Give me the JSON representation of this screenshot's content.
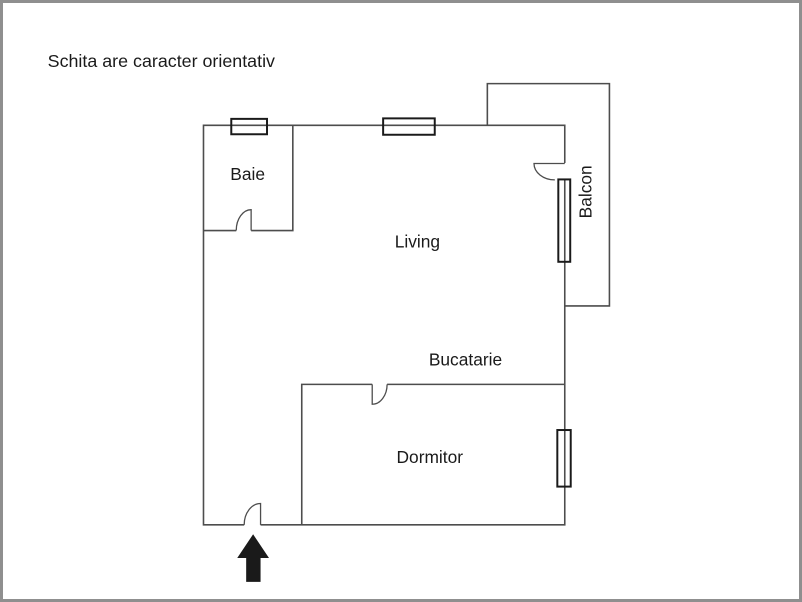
{
  "disclaimer": "Schita are caracter orientativ",
  "rooms": {
    "bathroom": {
      "label": "Baie"
    },
    "living": {
      "label": "Living"
    },
    "balcony": {
      "label": "Balcon"
    },
    "kitchen": {
      "label": "Bucatarie"
    },
    "bedroom": {
      "label": "Dormitor"
    }
  },
  "icons": {
    "entrance_arrow": "up-arrow"
  },
  "colors": {
    "background": "#ffffff",
    "border": "#8f8f8f",
    "wall": "#4d4d4d",
    "window_stroke": "#1a1a1a",
    "text": "#1a1a1a",
    "arrow": "#1a1a1a"
  }
}
